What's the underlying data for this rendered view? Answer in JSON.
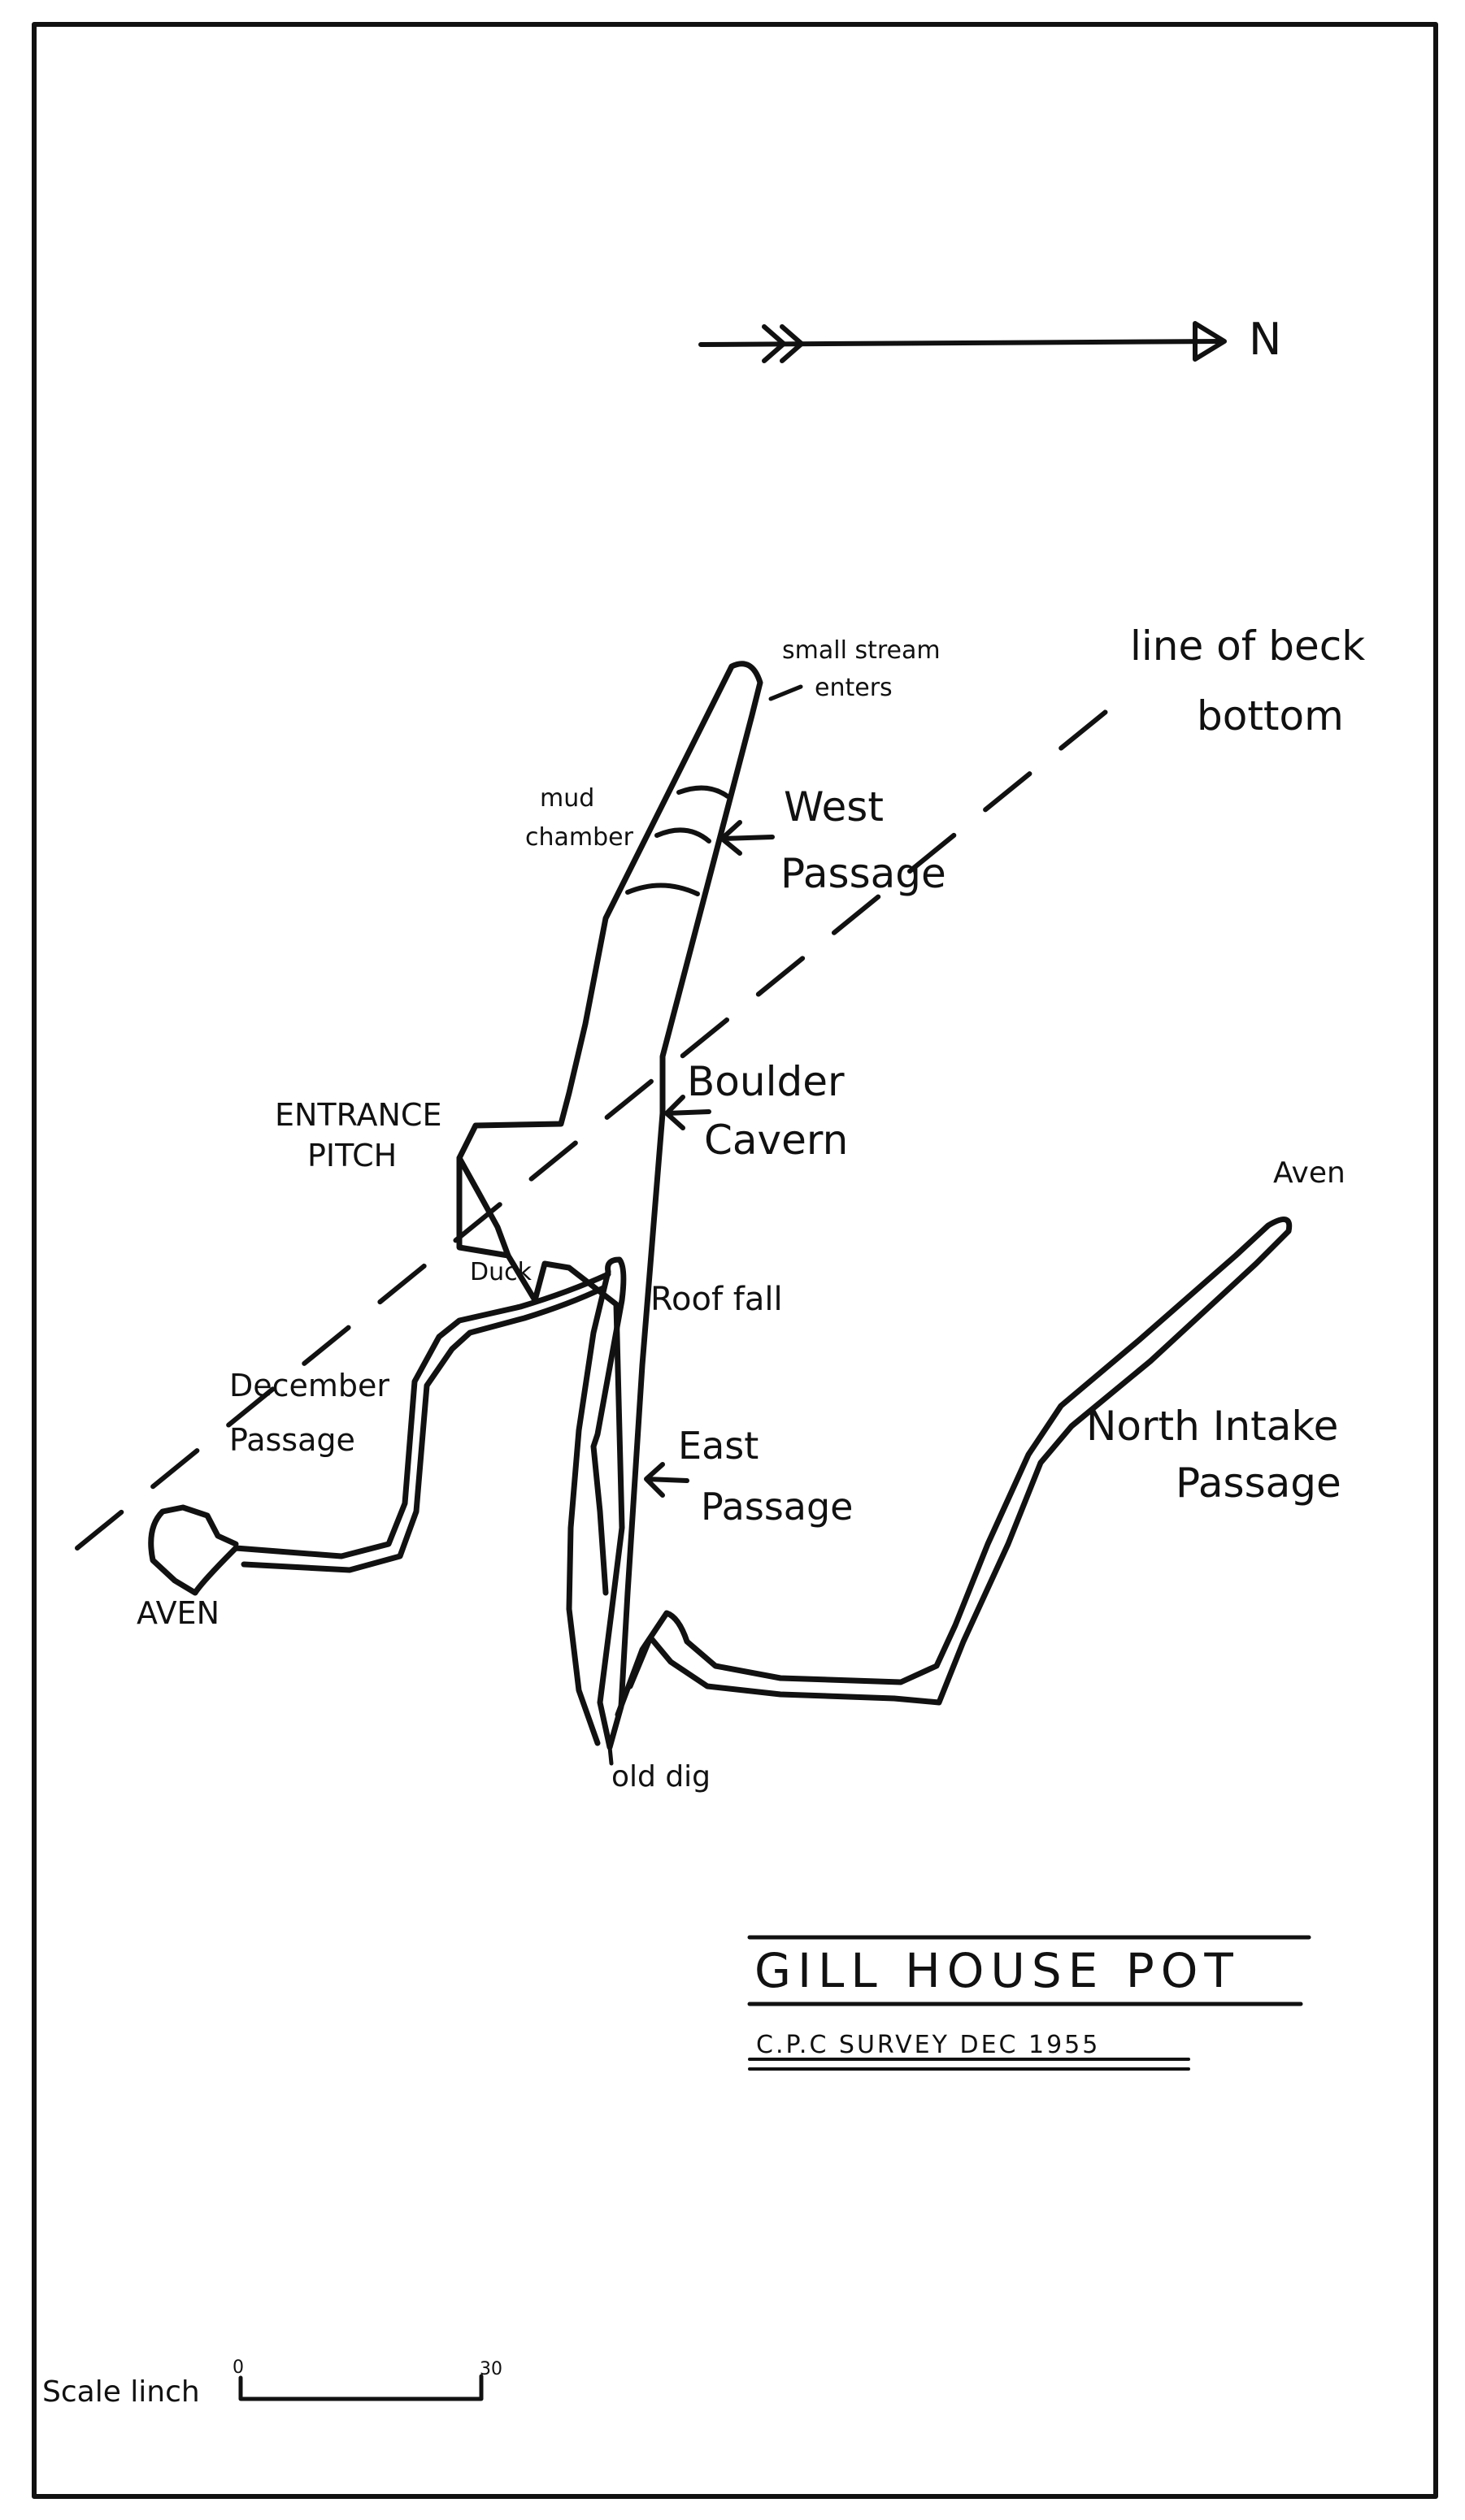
{
  "map": {
    "north_label": "N",
    "labels": {
      "small_stream_line1": "small stream",
      "small_stream_line2": "enters",
      "beck_line1": "line of beck",
      "beck_line2": "bottom",
      "mud_line1": "mud",
      "mud_line2": "chamber",
      "west_line1": "West",
      "west_line2": "Passage",
      "entrance_line1": "ENTRANCE",
      "entrance_line2": "PITCH",
      "boulder_line1": "Boulder",
      "boulder_line2": "Cavern",
      "aven_north": "Aven",
      "duck": "Duck",
      "roof_fall": "Roof fall",
      "december_line1": "December",
      "december_line2": "Passage",
      "north_intake_line1": "North Intake",
      "north_intake_line2": "Passage",
      "east_line1": "East",
      "east_line2": "Passage",
      "aven_south": "AVEN",
      "old_dig": "old dig"
    },
    "title": "GILL HOUSE POT",
    "subtitle": "C.P.C SURVEY DEC 1955",
    "scale": {
      "label": "Scale linch",
      "start": "0",
      "end": "30"
    }
  }
}
